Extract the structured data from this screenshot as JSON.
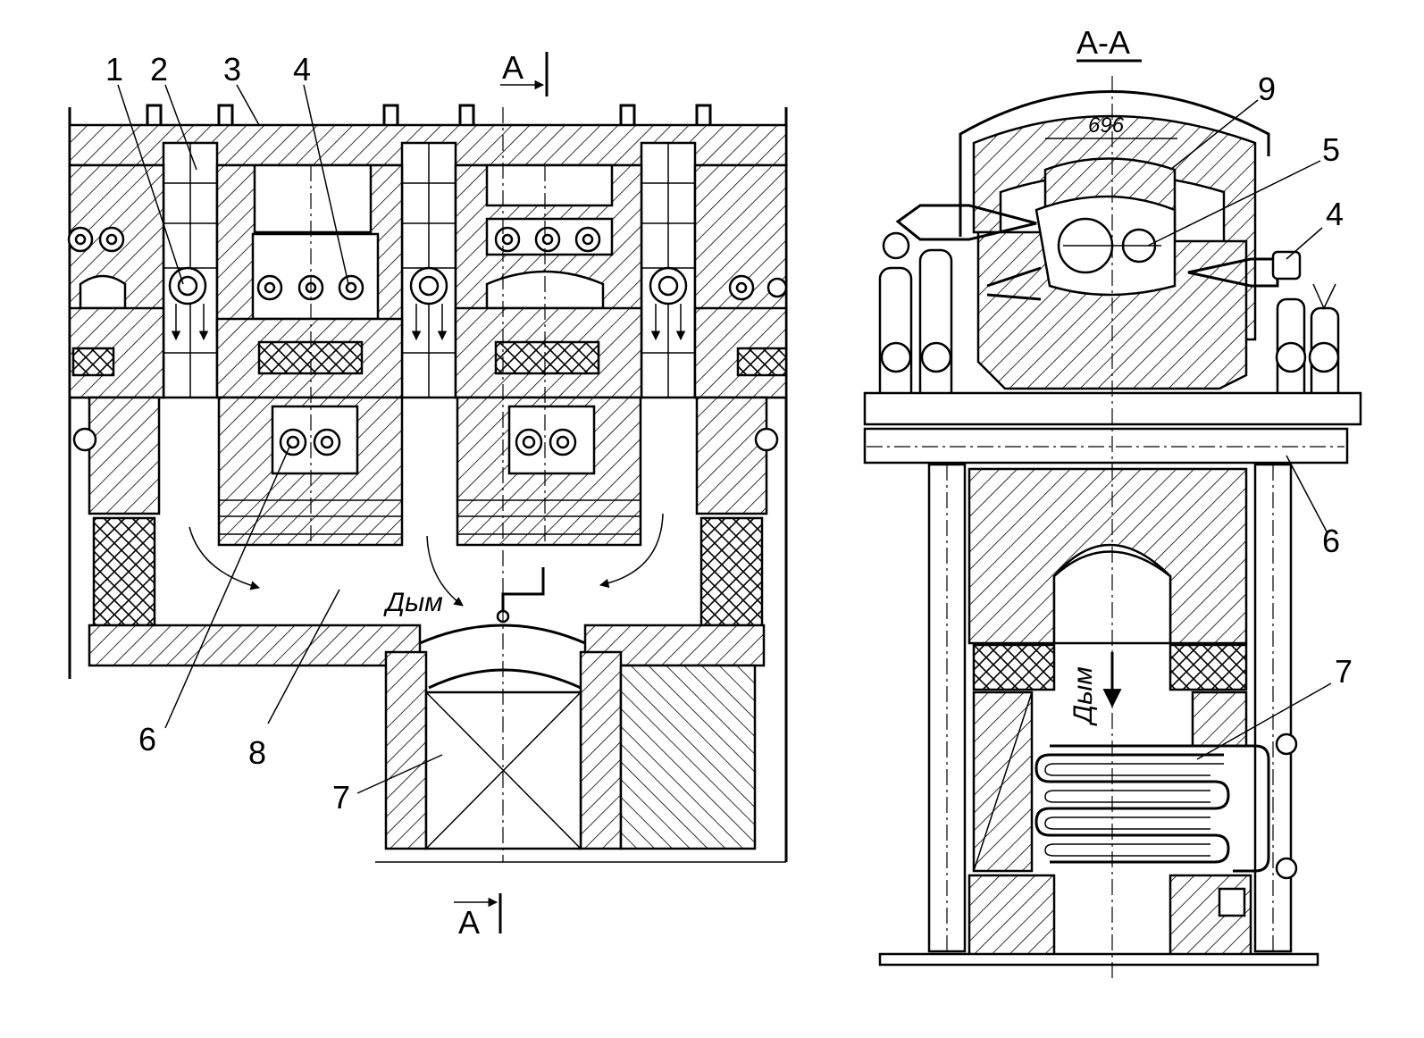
{
  "section_mark": "А",
  "section_title": "А-А",
  "smoke_label": "Дым",
  "dimension": "696",
  "callouts": {
    "c1": "1",
    "c2": "2",
    "c3": "3",
    "c4": "4",
    "c6": "6",
    "c7": "7",
    "c8": "8",
    "r4": "4",
    "r5": "5",
    "r6": "6",
    "r7": "7",
    "r9": "9"
  },
  "colors": {
    "ink": "#000000",
    "paper": "#ffffff"
  }
}
